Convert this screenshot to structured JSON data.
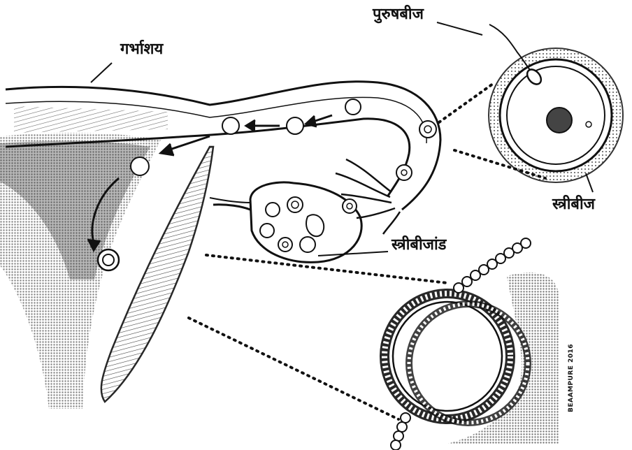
{
  "labels": {
    "uterus": "गर्भाशय",
    "sperm": "पुरुषबीज",
    "egg": "स्त्रीबीज",
    "ovary": "स्त्रीबीजांड"
  },
  "signature": "BEAAMPURE 2016",
  "colors": {
    "ink": "#111111",
    "background": "#ffffff",
    "shade": "#555555"
  }
}
